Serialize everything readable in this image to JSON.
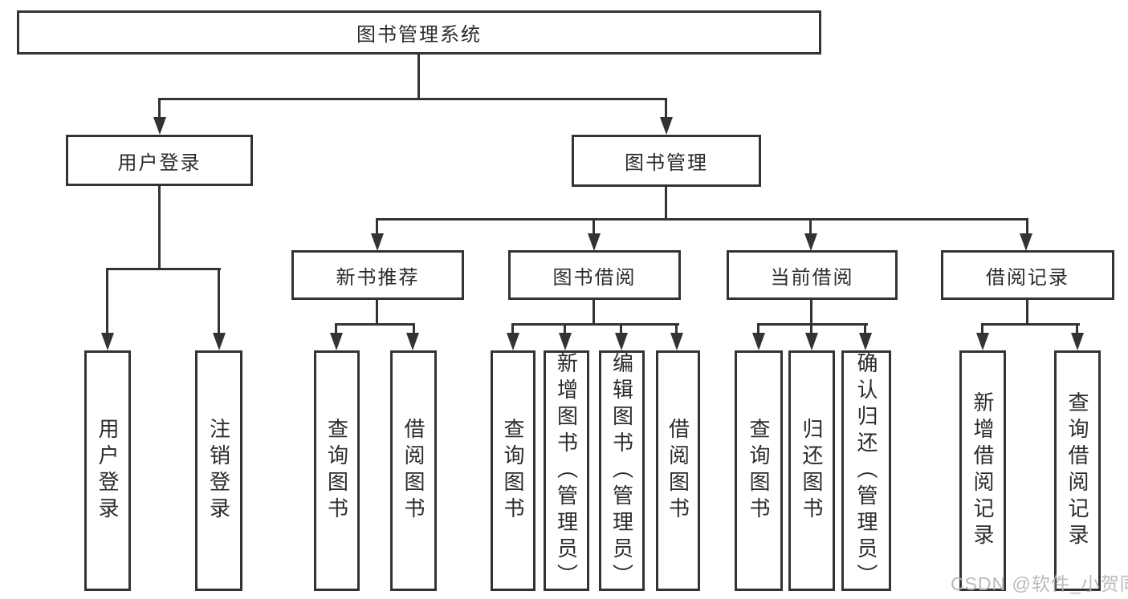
{
  "palette": {
    "line_color": "#333333",
    "text_color": "#2b2b2b",
    "watermark_color": "#b3b3b3",
    "background": "#ffffff"
  },
  "diagram": {
    "root": "图书管理系统",
    "level2": [
      "用户登录",
      "图书管理"
    ],
    "level3": [
      "新书推荐",
      "图书借阅",
      "当前借阅",
      "借阅记录"
    ],
    "leaves": {
      "g1": [
        "用户登录",
        "注销登录"
      ],
      "g2": [
        "查询图书",
        "借阅图书"
      ],
      "g3": [
        "查询图书",
        "新增图书（管理员）",
        "编辑图书（管理员）",
        "借阅图书"
      ],
      "g4": [
        "查询图书",
        "归还图书",
        "确认归还（管理员）"
      ],
      "g5": [
        "新增借阅记录",
        "查询借阅记录"
      ]
    }
  },
  "watermark": "CSDN @软件_小贺同学"
}
